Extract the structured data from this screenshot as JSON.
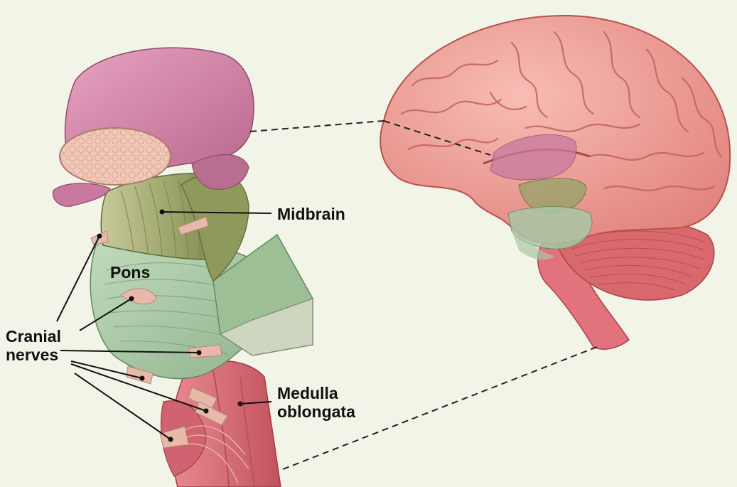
{
  "labels": {
    "midbrain": "Midbrain",
    "pons": "Pons",
    "cranial_nerves_line1": "Cranial",
    "cranial_nerves_line2": "nerves",
    "medulla_line1": "Medulla",
    "medulla_line2": "oblongata"
  },
  "colors": {
    "background": "#f3f4e8",
    "cerebrum": "#e98c86",
    "cerebrum_dark": "#c85e5a",
    "thalamus": "#c9799e",
    "midbrain": "#9aa36a",
    "pons": "#a9c7a4",
    "medulla": "#d9717a",
    "cerebellum": "#cf5e63",
    "nerve": "#e6b9a9",
    "leader_line": "#111111"
  }
}
